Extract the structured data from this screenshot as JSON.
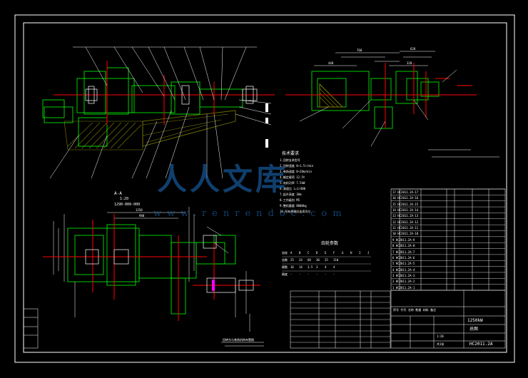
{
  "colors": {
    "background": "#000000",
    "frame": "#ffffff",
    "shaft": "#ff0000",
    "body": "#00ff00",
    "part": "#ffffff",
    "fill": "#808000",
    "accent": "#ff00ff",
    "watermark": "#1d74c8"
  },
  "view_labels": {
    "main_view": "A-A",
    "main_scale": "1:20",
    "main_code": "1290-000-000",
    "bottom_note": "回转台与卷扬机构布置图"
  },
  "tech_req": {
    "title": "技术要求",
    "lines": [
      "1.回转支承型号",
      "2.回转速度 0~1.5r/min",
      "3.卷扬速度 0~20m/min",
      "4.额定载荷 12.5t",
      "5.电机功率 7.5kW",
      "6.减速比 i=1/400",
      "7.起升高度 30m",
      "8.工作级别 M5",
      "9.整机重量 8000kg",
      "10.所有焊缝应连续均匀"
    ]
  },
  "param_table": {
    "title": "齿轮参数",
    "headers": [
      "齿轮",
      "A",
      "B",
      "C",
      "D",
      "E",
      "F",
      "G",
      "H",
      "I",
      "J"
    ],
    "rows": [
      [
        "齿数",
        "25",
        "24",
        "60",
        "30",
        "25",
        "110",
        "",
        "",
        "",
        ""
      ],
      [
        "模数",
        "16",
        "14",
        "3.5",
        "3",
        "4",
        "4",
        "",
        "",
        "",
        ""
      ],
      [
        "精度",
        "-",
        "-",
        "-",
        "-",
        "-",
        "-",
        "",
        "",
        "",
        ""
      ]
    ]
  },
  "bom_rows": [
    "17 HC2011.2A-17",
    "16 HC2011.2A-16",
    "15 HC2011.2A-15",
    "14 HC2011.2A-14",
    "13 HC2011.2A-13",
    "12 HC2011.2A-12",
    "11 HC2011.2A-11",
    "10 HC2011.2A-10",
    "9 HC2011.2A-9",
    "8 HC2011.2A-8",
    "7 HC2011.2A-7",
    "6 HC2011.2A-6",
    "5 HC2011.2A-5",
    "4 HC2011.2A-4",
    "3 HC2011.2A-3",
    "2 HC2011.2A-2",
    "1 HC2011.2A-1"
  ],
  "title_block": {
    "company": "1250kW",
    "drawing_title": "总图",
    "drawing_no": "HC2011.2A",
    "header_cols": [
      "序号",
      "代号",
      "名称",
      "数量",
      "材料",
      "备注"
    ],
    "scale": "1:20",
    "sheet": "共1张"
  },
  "watermark": {
    "text": "人人文库",
    "sub": "www.renrendoc.com"
  },
  "dims": {
    "d1": "1250",
    "d2": "980",
    "d3": "760",
    "d4": "620",
    "d5": "440",
    "d6": "320"
  }
}
